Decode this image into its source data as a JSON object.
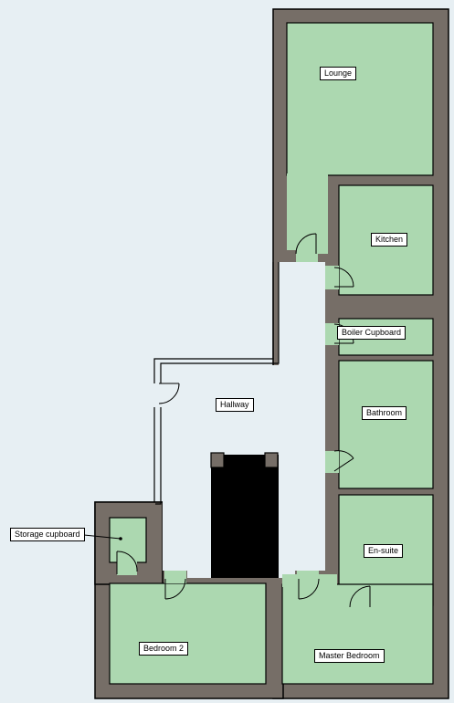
{
  "colors": {
    "background": "#e7eff3",
    "wall": "#766e67",
    "room": "#acd8b0",
    "outline": "#000000",
    "hallway": "#e7eff3",
    "stairs": "#000000"
  },
  "rooms": {
    "lounge": "Lounge",
    "kitchen": "Kitchen",
    "boiler_cupboard": "Boiler Cupboard",
    "hallway": "Hallway",
    "bathroom": "Bathroom",
    "storage_cupboard": "Storage cupboard",
    "en_suite": "En-suite",
    "bedroom_2": "Bedroom 2",
    "master_bedroom": "Master Bedroom"
  }
}
